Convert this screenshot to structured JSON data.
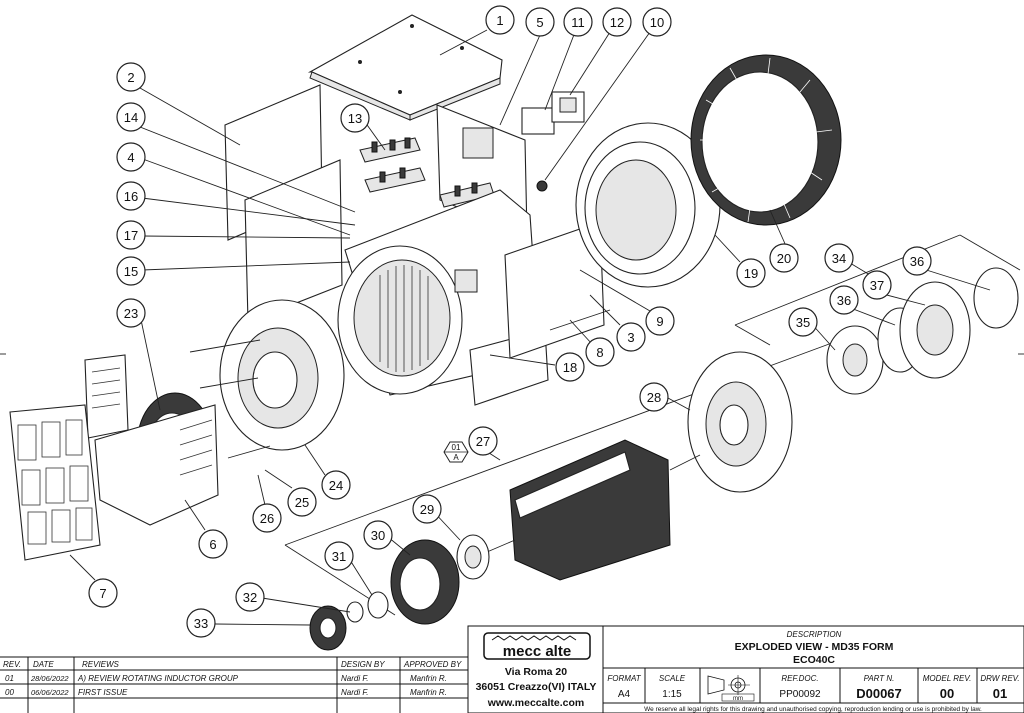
{
  "balloons": [
    {
      "label": "1"
    },
    {
      "label": "5"
    },
    {
      "label": "11"
    },
    {
      "label": "12"
    },
    {
      "label": "10"
    },
    {
      "label": "2"
    },
    {
      "label": "14"
    },
    {
      "label": "13"
    },
    {
      "label": "4"
    },
    {
      "label": "16"
    },
    {
      "label": "17"
    },
    {
      "label": "15"
    },
    {
      "label": "20"
    },
    {
      "label": "19"
    },
    {
      "label": "34"
    },
    {
      "label": "36"
    },
    {
      "label": "37"
    },
    {
      "label": "36"
    },
    {
      "label": "35"
    },
    {
      "label": "23"
    },
    {
      "label": "9"
    },
    {
      "label": "3"
    },
    {
      "label": "8"
    },
    {
      "label": "18"
    },
    {
      "label": "28"
    },
    {
      "label": "27"
    },
    {
      "label": "24"
    },
    {
      "label": "25"
    },
    {
      "label": "26"
    },
    {
      "label": "6"
    },
    {
      "label": "7"
    },
    {
      "label": "29"
    },
    {
      "label": "30"
    },
    {
      "label": "31"
    },
    {
      "label": "32"
    },
    {
      "label": "33"
    }
  ],
  "datum_tag": {
    "top": "01",
    "bottom": "A"
  },
  "revisions": {
    "headers": {
      "rev": "REV.",
      "date": "DATE",
      "reviews": "REVIEWS",
      "design_by": "DESIGN BY",
      "approved_by": "APPROVED BY"
    },
    "rows": [
      {
        "rev": "01",
        "date": "28/06/2022",
        "reviews": "A) REVIEW ROTATING INDUCTOR GROUP",
        "design_by": "Nardi F.",
        "approved_by": "Manfrin R."
      },
      {
        "rev": "00",
        "date": "06/06/2022",
        "reviews": "FIRST ISSUE",
        "design_by": "Nardi F.",
        "approved_by": "Manfrin R."
      }
    ]
  },
  "company": {
    "logo_text": "mecc alte",
    "address1": "Via Roma 20",
    "address2": "36051 Creazzo(VI) ITALY",
    "website": "www.meccalte.com"
  },
  "title_block": {
    "description_label": "DESCRIPTION",
    "description_line1": "EXPLODED VIEW - MD35 FORM",
    "description_line2": "ECO40C",
    "format_label": "FORMAT",
    "format_value": "A4",
    "scale_label": "SCALE",
    "scale_value": "1:15",
    "unit": "mm",
    "ref_doc_label": "REF.DOC.",
    "ref_doc_value": "PP00092",
    "part_label": "PART N.",
    "part_value": "D00067",
    "model_rev_label": "MODEL REV.",
    "model_rev_value": "00",
    "drw_rev_label": "DRW REV.",
    "drw_rev_value": "01",
    "legal": "We reserve all legal rights for this drawing and unauthorised copying, reproduction lending or use is prohibited by law."
  }
}
